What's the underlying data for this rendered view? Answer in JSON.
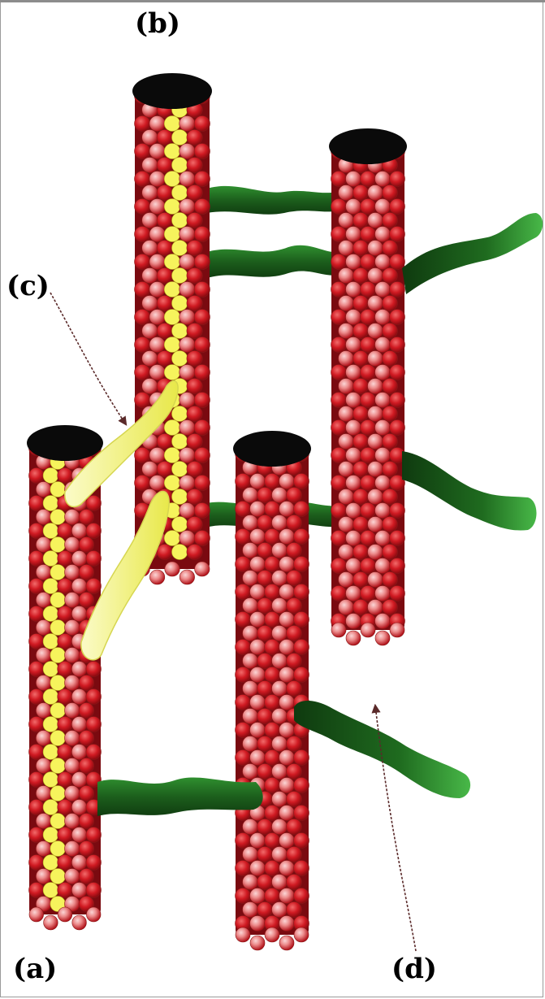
{
  "labels": {
    "a": "(a)",
    "b": "(b)",
    "c": "(c)",
    "d": "(d)"
  },
  "colors": {
    "background": "#ffffff",
    "bead_light": "#f2a0a0",
    "bead_dark": "#c8111a",
    "cap": "#0a0a0a",
    "linker_green": "#1f6b1f",
    "linker_green_light": "#3fae3f",
    "yellow_track": "#f3f36a",
    "arrow": "#5a2a2a"
  }
}
